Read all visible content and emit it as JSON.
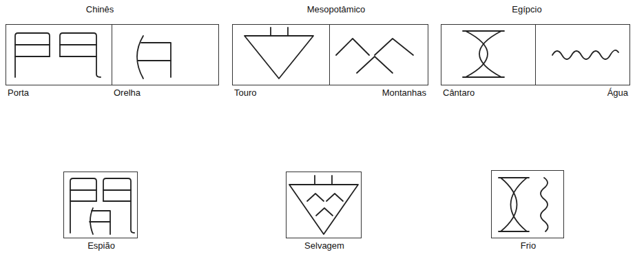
{
  "diagram": {
    "nodes": [
      {
        "text": [
          "Porta"
        ]
      },
      {
        "text": [
          "Orelha"
        ]
      },
      {
        "text": [
          "Touro"
        ]
      },
      {
        "text": [
          "Montanhas"
        ]
      },
      {
        "text": [
          "Cântaro"
        ]
      },
      {
        "text": [
          "Água"
        ]
      },
      {
        "text": [
          "Espião"
        ]
      },
      {
        "text": [
          "Selvagem"
        ]
      },
      {
        "text": [
          "Frio"
        ]
      }
    ],
    "labels": [
      "Chinês",
      "Mesopotâmico",
      "Egípcio"
    ]
  }
}
